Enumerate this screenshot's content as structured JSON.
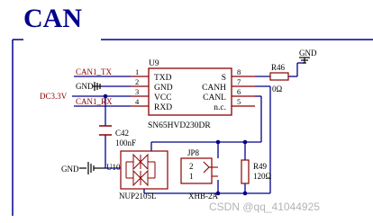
{
  "title": "CAN",
  "chip": {
    "ref": "U9",
    "part": "SN65HVD230DR",
    "left_pins": [
      {
        "num": "1",
        "name": "TXD"
      },
      {
        "num": "2",
        "name": "GND"
      },
      {
        "num": "3",
        "name": "VCC"
      },
      {
        "num": "4",
        "name": "RXD"
      }
    ],
    "right_pins": [
      {
        "num": "8",
        "name": "S"
      },
      {
        "num": "7",
        "name": "CANH"
      },
      {
        "num": "6",
        "name": "CANL"
      },
      {
        "num": "5",
        "name": "n.c."
      }
    ]
  },
  "nets": {
    "can1_tx": "CAN1_TX",
    "can1_rx": "CAN1_RX",
    "gnd": "GND",
    "dc33": "DC3.3V"
  },
  "r46": {
    "ref": "R46",
    "value": "0Ω"
  },
  "c42": {
    "ref": "C42",
    "value": "100nF"
  },
  "u10": {
    "ref": "U10",
    "part": "NUP2105L"
  },
  "jp8": {
    "ref": "JP8",
    "part": "XHB-2A",
    "pins": [
      "2",
      "1"
    ]
  },
  "r49": {
    "ref": "R49",
    "value": "120Ω"
  },
  "watermark": "CSDN @qq_41044925",
  "colors": {
    "wire": "#00008b",
    "part": "#8b0000",
    "net": "#8b0000"
  }
}
